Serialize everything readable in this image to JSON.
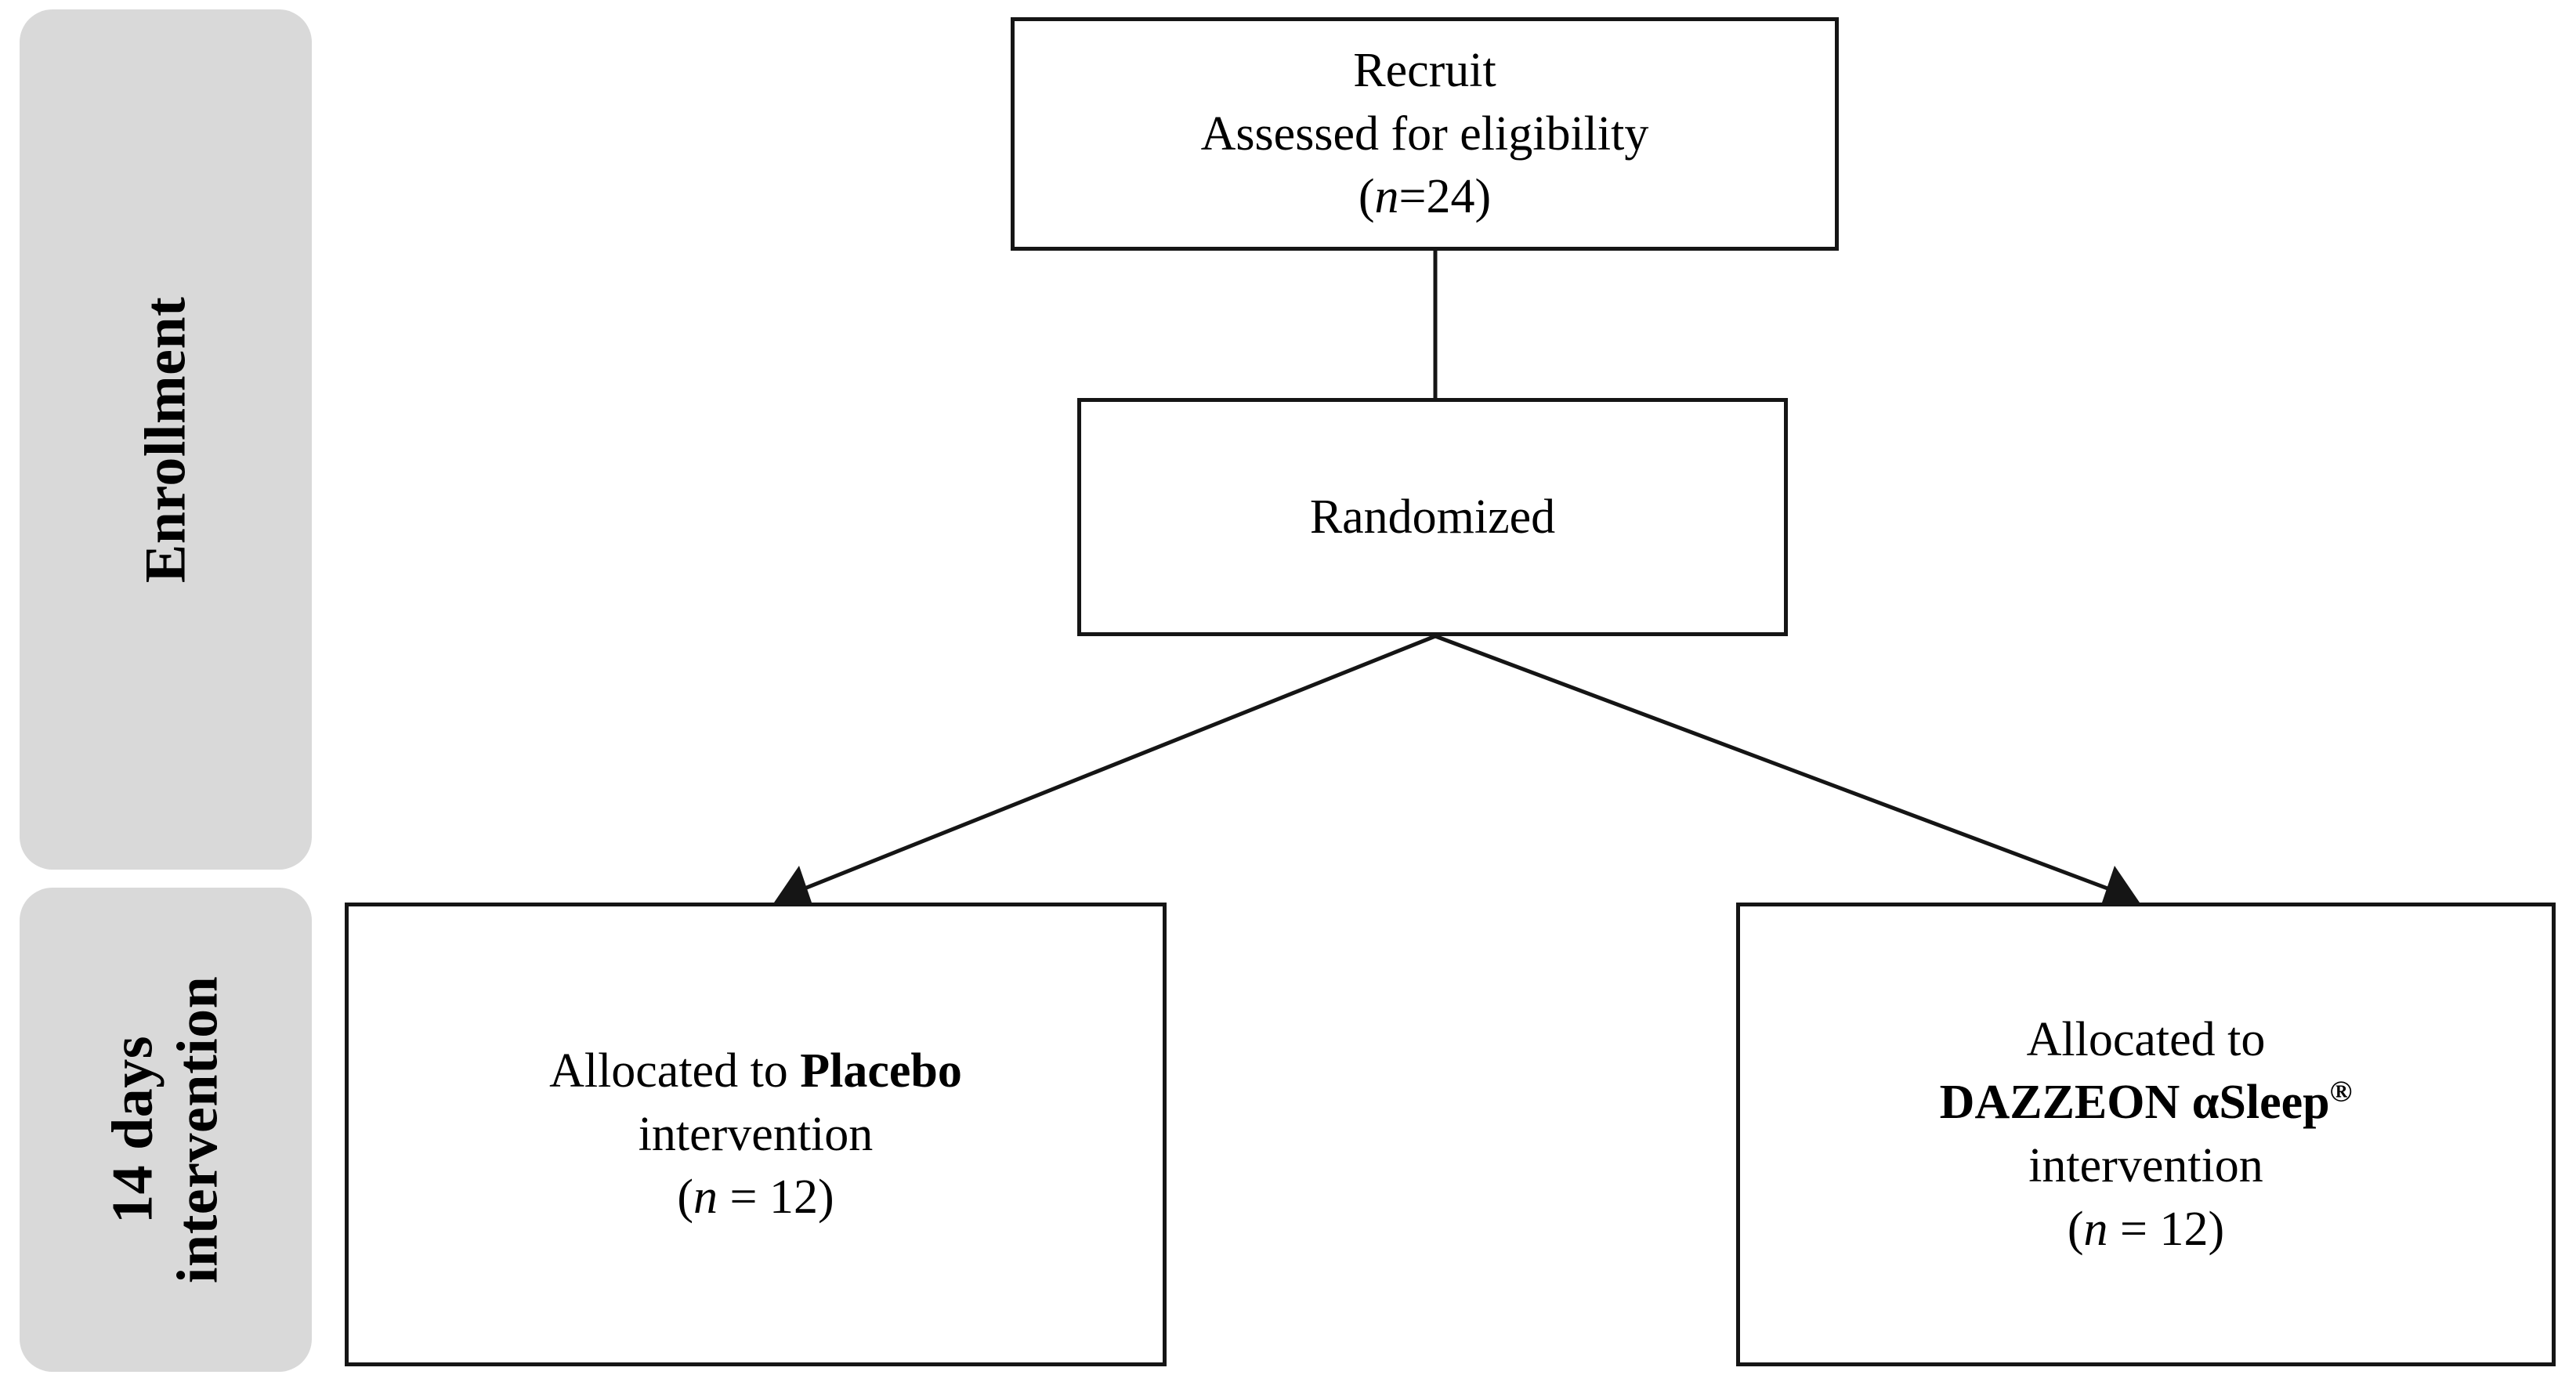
{
  "diagram": {
    "title": "CONSORT participant flow diagram",
    "colors": {
      "stage_panel_fill": "#d9d9d9",
      "box_border": "#151515",
      "box_fill": "#ffffff",
      "connector": "#151515",
      "text": "#000000"
    }
  },
  "stages": [
    {
      "id": "enrollment",
      "label": "Enrollment"
    },
    {
      "id": "intervention",
      "label": "14 days\nintervention"
    }
  ],
  "boxes": {
    "recruit": {
      "line1": "Recruit",
      "line2": "Assessed for eligibility",
      "n_prefix": "(",
      "n_symbol": "n",
      "n_value": "=24",
      "n_suffix": ")",
      "n_text": "(n=24)",
      "n_count": 24
    },
    "randomized": {
      "label": "Randomized"
    },
    "placebo": {
      "line1_prefix": "Allocated to ",
      "line1_bold": "Placebo",
      "line2": "intervention",
      "n_prefix": "(",
      "n_symbol": "n",
      "n_value": " = 12",
      "n_suffix": ")",
      "n_text": "(n = 12)",
      "n_count": 12
    },
    "dazzeon": {
      "line1": "Allocated to",
      "line2_bold": "DAZZEON αSleep",
      "line2_sup": "®",
      "line3": "intervention",
      "n_prefix": "(",
      "n_symbol": "n",
      "n_value": " = 12",
      "n_suffix": ")",
      "n_text": "(n = 12)",
      "n_count": 12
    }
  },
  "connectors": [
    {
      "id": "recruit-to-randomized",
      "type": "line",
      "from": "recruit",
      "to": "randomized",
      "arrowhead": false
    },
    {
      "id": "randomized-to-placebo",
      "type": "arrow",
      "from": "randomized",
      "to": "placebo",
      "arrowhead": true
    },
    {
      "id": "randomized-to-dazzeon",
      "type": "arrow",
      "from": "randomized",
      "to": "dazzeon",
      "arrowhead": true
    }
  ]
}
